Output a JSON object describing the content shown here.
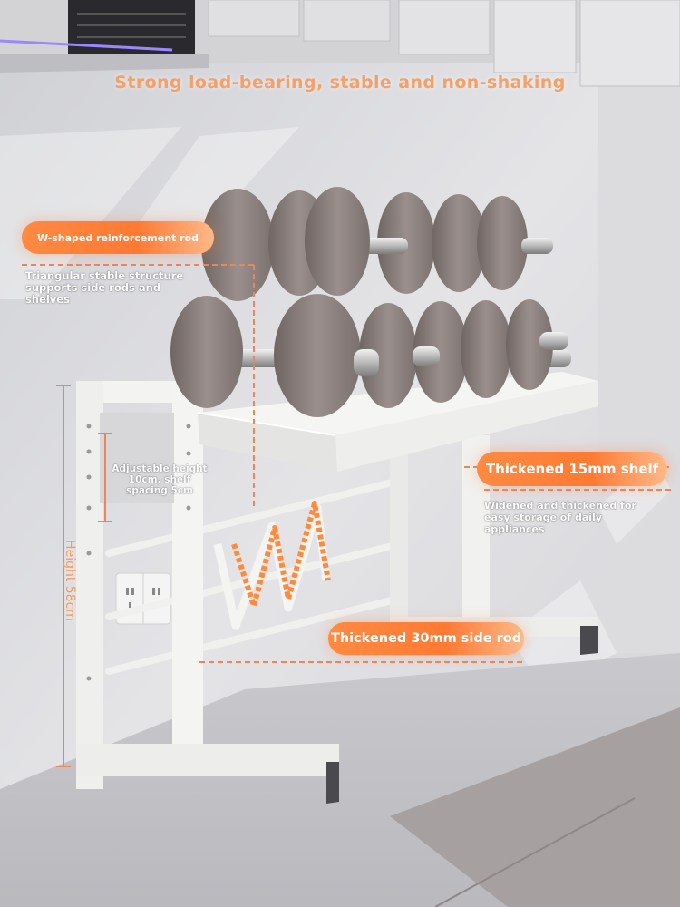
{
  "headline": "Strong load-bearing, stable and non-shaking",
  "callouts": {
    "w_rod": "W-shaped reinforcement rod",
    "triangular": "Triangular stable structure supports side rods and shelves",
    "shelf": "Thickened 15mm shelf",
    "shelf_note": "Widened and thickened for easy storage of daily appliances",
    "adjustable": "Adjustable height 10cm, shelf spacing 5cm",
    "rod": "Thickened 30mm side rod",
    "height": "Height 58cm"
  },
  "colors": {
    "accent": "#ff7a33",
    "annotation_line": "#e8875a",
    "rack": "#ededeb",
    "dumbbell": "#8a7f7d"
  }
}
